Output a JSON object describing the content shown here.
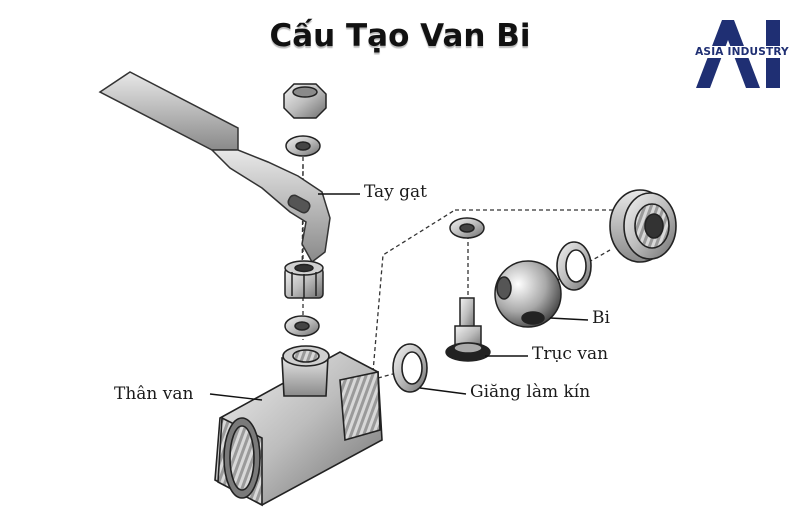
{
  "title": "Cấu Tạo Van Bi",
  "logo": {
    "text": "ASIA INDUSTRY",
    "mark": "AI",
    "color": "#1f2f73"
  },
  "labels": {
    "tay_gat": "Tay gạt",
    "bi": "Bi",
    "truc_van": "Trục van",
    "giang_lam_kin": "Giăng làm kín",
    "than_van": "Thân van"
  }
}
